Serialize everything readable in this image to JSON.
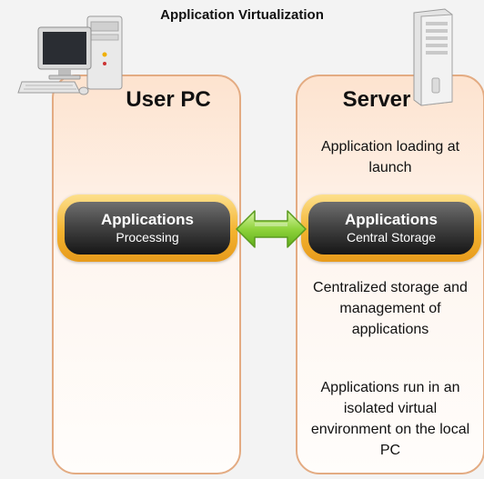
{
  "title": "Application Virtualization",
  "left_panel": {
    "title": "User PC",
    "app_box": {
      "title": "Applications",
      "subtitle": "Processing"
    }
  },
  "right_panel": {
    "title": "Server",
    "note_top": "Application loading at launch",
    "app_box": {
      "title": "Applications",
      "subtitle": "Central Storage"
    },
    "note_middle": "Centralized storage and management of applications",
    "note_bottom": "Applications run in an isolated virtual environment on the local PC"
  },
  "colors": {
    "panel_border": "#e3ab82",
    "panel_fill_top": "#fde3cf",
    "pill_gold": "#f3b22f",
    "pill_dark": "#161616",
    "arrow_green": "#8fd33c"
  },
  "icons": {
    "user_pc": "desktop-computer-icon",
    "server": "server-tower-icon",
    "connector": "double-arrow-icon"
  }
}
